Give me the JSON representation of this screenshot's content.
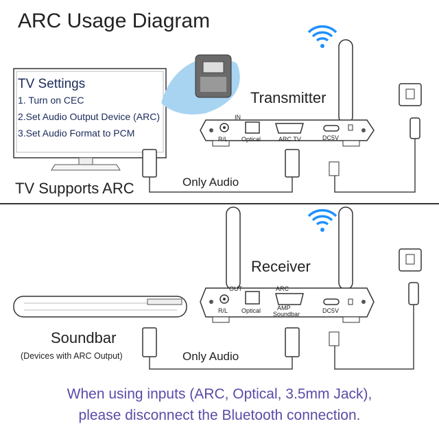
{
  "title": "ARC Usage Diagram",
  "tv_settings": {
    "heading": "TV Settings",
    "steps": [
      "1. Turn on CEC",
      "2.Set Audio Output Device (ARC)",
      "3.Set Audio Format to PCM"
    ]
  },
  "tv_label": "TV Supports ARC",
  "transmitter": {
    "label": "Transmitter",
    "ports": {
      "in": "IN",
      "rl": "R/L",
      "optical": "Optical",
      "arc_tv": "ARC TV",
      "dc5v": "DC5V"
    }
  },
  "receiver": {
    "label": "Receiver",
    "ports": {
      "out": "OUT",
      "rl": "R/L",
      "optical": "Optical",
      "arc": "ARC",
      "amp": "AMP",
      "soundbar": "Soundbar",
      "dc5v": "DC5V"
    }
  },
  "soundbar": {
    "label": "Soundbar",
    "sublabel": "(Devices with ARC Output)"
  },
  "cable_label_top": "Only Audio",
  "cable_label_bottom": "Only Audio",
  "note": {
    "line1": "When using inputs (ARC, Optical, 3.5mm Jack),",
    "line2": "please disconnect the Bluetooth connection."
  },
  "colors": {
    "wifi": "#1e90ff",
    "note": "#5b4aa8",
    "bubble": "#a8d4f2"
  }
}
